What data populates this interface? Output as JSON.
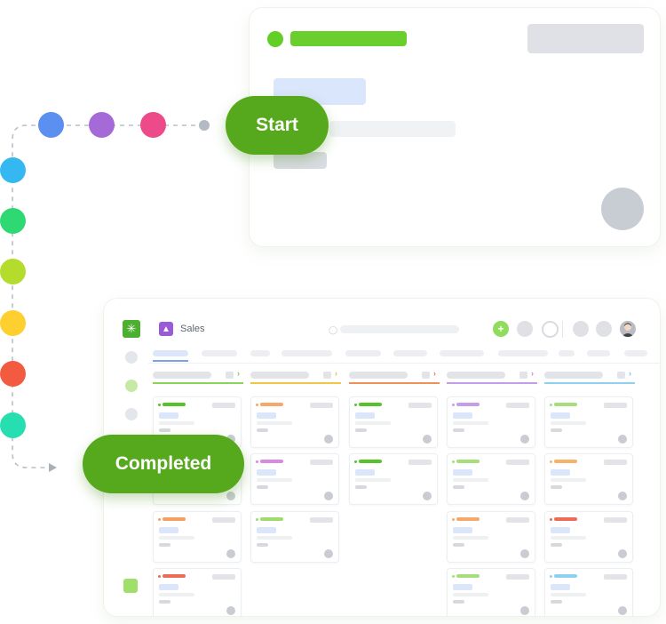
{
  "labels": {
    "start": "Start",
    "completed": "Completed"
  },
  "path_dot_colors": [
    "#5b8ff0",
    "#a56ad8",
    "#ec4a8b",
    "#35b8f2",
    "#2ed873",
    "#b3dc2c",
    "#fdd030",
    "#f35b40",
    "#25dfb0"
  ],
  "app": {
    "logo_icon": "asterisk-logo-icon",
    "board_icon": "board-tree-icon",
    "board_title": "Sales",
    "search_icon": "search-icon",
    "add_icon": "plus-icon",
    "avatar": "user-avatar",
    "columns": [
      {
        "color": "#8ad45a",
        "chevron": "#7cc44e",
        "cards": [
          {
            "tag_color": "#55c42a"
          },
          {
            "tag_color": "#d889e0"
          },
          {
            "tag_color": "#f5a060"
          },
          {
            "tag_color": "#ee6b5a"
          }
        ]
      },
      {
        "color": "#f0c54a",
        "chevron": "#e6b83c",
        "cards": [
          {
            "tag_color": "#f5a86a"
          },
          {
            "tag_color": "#d889e0"
          },
          {
            "tag_color": "#9fdb6e"
          }
        ]
      },
      {
        "color": "#f08f57",
        "chevron": "#ec7d4a",
        "cards": [
          {
            "tag_color": "#55c42a"
          },
          {
            "tag_color": "#55c42a"
          }
        ]
      },
      {
        "color": "#c69de8",
        "chevron": "#b98de0",
        "cards": [
          {
            "tag_color": "#c69de8"
          },
          {
            "tag_color": "#a6de7c"
          },
          {
            "tag_color": "#f5a86a"
          },
          {
            "tag_color": "#a6de7c"
          }
        ]
      },
      {
        "color": "#8fd0f2",
        "chevron": "#77c4ee",
        "cards": [
          {
            "tag_color": "#a6de7c"
          },
          {
            "tag_color": "#f5b46a"
          },
          {
            "tag_color": "#ee6b5a"
          },
          {
            "tag_color": "#8fd0f2"
          }
        ]
      }
    ]
  }
}
